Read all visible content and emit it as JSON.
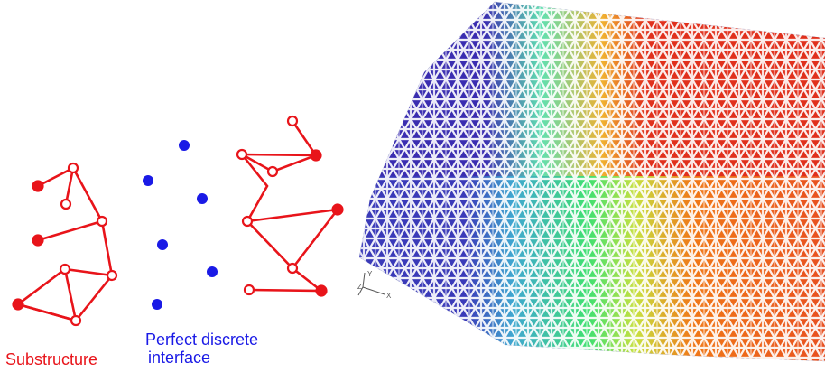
{
  "captions": {
    "substructure": "Substructure",
    "interface_line1": "Perfect discrete",
    "interface_line2": "interface"
  },
  "axes_triad": {
    "y": "Y",
    "z": "Z",
    "x": "X"
  },
  "colors": {
    "substructure": "#e8141a",
    "interface": "#1a1ae6",
    "triad": "#555555",
    "mesh_bands": [
      "#2b2fb0",
      "#3aa0c8",
      "#3ad06a",
      "#b8e040",
      "#f0a020",
      "#e83018"
    ]
  },
  "icons": {
    "interface_node": "filled-circle",
    "free_node": "open-circle",
    "boundary_node": "filled-circle"
  }
}
